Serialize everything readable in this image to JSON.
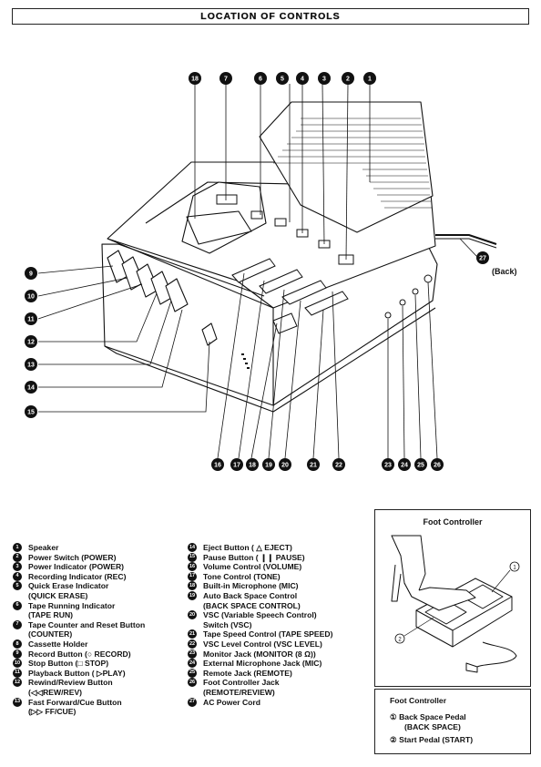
{
  "title": "LOCATION OF CONTROLS",
  "back_label": "(Back)",
  "callout_numbers": {
    "n18": "18",
    "n7": "7",
    "n6": "6",
    "n5": "5",
    "n4": "4",
    "n3": "3",
    "n2": "2",
    "n1": "1",
    "n9": "9",
    "n10": "10",
    "n11": "11",
    "n12": "12",
    "n13": "13",
    "n14": "14",
    "n15": "15",
    "n16": "16",
    "n17": "17",
    "n19": "19",
    "n20": "20",
    "n21": "21",
    "n22": "22",
    "n23": "23",
    "n24": "24",
    "n25": "25",
    "n26": "26",
    "n27": "27"
  },
  "legend_left": [
    {
      "num": "1",
      "lines": [
        "Speaker"
      ]
    },
    {
      "num": "2",
      "lines": [
        "Power Switch (POWER)"
      ]
    },
    {
      "num": "3",
      "lines": [
        "Power Indicator (POWER)"
      ]
    },
    {
      "num": "4",
      "lines": [
        "Recording Indicator (REC)"
      ]
    },
    {
      "num": "5",
      "lines": [
        "Quick Erase Indicator",
        "(QUICK ERASE)"
      ]
    },
    {
      "num": "6",
      "lines": [
        "Tape Running Indicator",
        "(TAPE RUN)"
      ]
    },
    {
      "num": "7",
      "lines": [
        "Tape Counter and Reset Button",
        "(COUNTER)"
      ]
    },
    {
      "num": "8",
      "lines": [
        "Cassette Holder"
      ]
    },
    {
      "num": "9",
      "lines": [
        "Record Button (○ RECORD)"
      ]
    },
    {
      "num": "10",
      "lines": [
        "Stop Button (□ STOP)"
      ]
    },
    {
      "num": "11",
      "lines": [
        "Playback Button ( ▷PLAY)"
      ]
    },
    {
      "num": "12",
      "lines": [
        "Rewind/Review Button",
        "(◁◁REW/REV)"
      ]
    },
    {
      "num": "13",
      "lines": [
        "Fast Forward/Cue Button",
        "(▷▷ FF/CUE)"
      ]
    }
  ],
  "legend_right": [
    {
      "num": "14",
      "lines": [
        "Eject Button ( △ EJECT)"
      ]
    },
    {
      "num": "15",
      "lines": [
        "Pause Button ( ❙❙ PAUSE)"
      ]
    },
    {
      "num": "16",
      "lines": [
        "Volume Control (VOLUME)"
      ]
    },
    {
      "num": "17",
      "lines": [
        "Tone Control (TONE)"
      ]
    },
    {
      "num": "18",
      "lines": [
        "Built-in Microphone (MIC)"
      ]
    },
    {
      "num": "19",
      "lines": [
        "Auto Back Space Control",
        "(BACK SPACE CONTROL)"
      ]
    },
    {
      "num": "20",
      "lines": [
        "VSC (Variable Speech Control)",
        "Switch (VSC)"
      ]
    },
    {
      "num": "21",
      "lines": [
        "Tape Speed Control (TAPE SPEED)"
      ]
    },
    {
      "num": "22",
      "lines": [
        "VSC Level Control (VSC LEVEL)"
      ]
    },
    {
      "num": "23",
      "lines": [
        "Monitor Jack (MONITOR (8 Ω))"
      ]
    },
    {
      "num": "24",
      "lines": [
        "External Microphone Jack (MIC)"
      ]
    },
    {
      "num": "25",
      "lines": [
        "Remote Jack (REMOTE)"
      ]
    },
    {
      "num": "26",
      "lines": [
        "Foot Controller Jack",
        "(REMOTE/REVIEW)"
      ]
    },
    {
      "num": "27",
      "lines": [
        "AC Power Cord"
      ]
    }
  ],
  "foot_controller": {
    "title": "Foot Controller",
    "pedal_num_1": "1",
    "pedal_num_2": "2",
    "legend_header": "Foot Controller",
    "item1_a": "① Back Space Pedal",
    "item1_b": "(BACK SPACE)",
    "item2": "② Start Pedal (START)"
  }
}
